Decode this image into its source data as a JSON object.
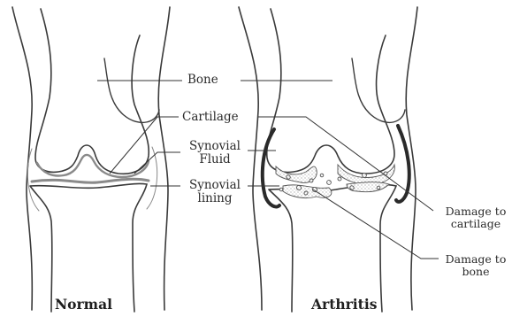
{
  "labels": {
    "bone": "Bone",
    "cartilage": "Cartilage",
    "synovial_fluid": [
      "Synovial",
      "Fluid"
    ],
    "synovial_lining": [
      "Synovial",
      "lining"
    ],
    "damage_to_cartilage": [
      "Damage to",
      "cartilage"
    ],
    "damage_to_bone": [
      "Damage to",
      "bone"
    ]
  },
  "captions": {
    "normal": "Normal",
    "arthritis": "Arthritis"
  },
  "colors": {
    "line": "#333333",
    "outline": "#3a3a3a",
    "capsule_dark": "#2a2a2a",
    "cartilage": "#8a8a8a",
    "background": "#ffffff"
  }
}
